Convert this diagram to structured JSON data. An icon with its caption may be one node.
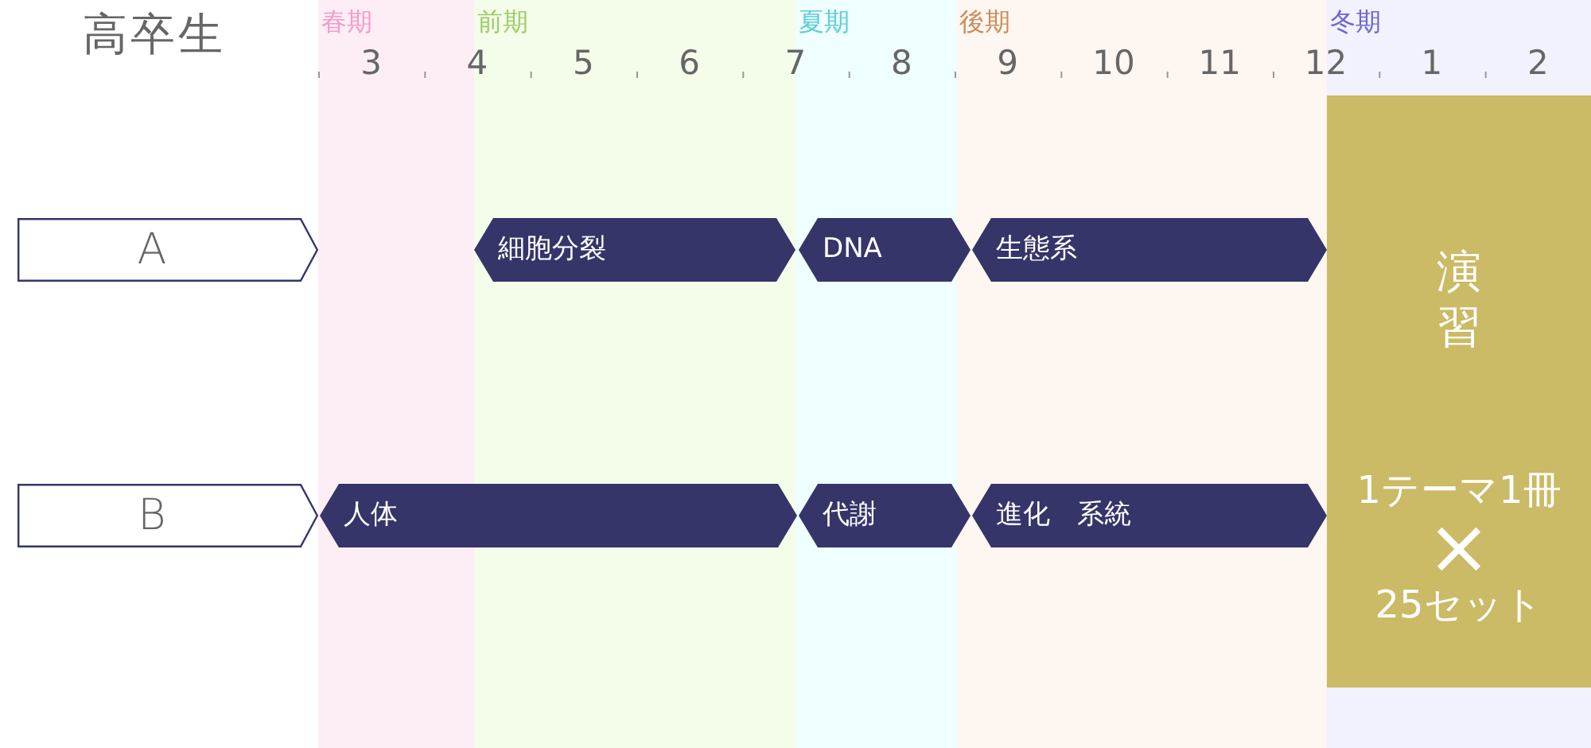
{
  "diagram": {
    "nodes": [
      {
        "text": [
          "春期"
        ]
      },
      {
        "text": [
          "前期"
        ]
      },
      {
        "text": [
          "夏期"
        ]
      },
      {
        "text": [
          "後期"
        ]
      },
      {
        "text": [
          "冬期"
        ]
      },
      {
        "text": [
          "A"
        ]
      },
      {
        "text": [
          "細胞分裂"
        ],
        "in": 1
      },
      {
        "text": [
          "DNA"
        ]
      },
      {
        "text": [
          "生態系"
        ],
        "in": 3
      },
      {
        "text": [
          "演習",
          "1テーマ1冊",
          "×",
          "25セット"
        ],
        "in": 4
      },
      {
        "text": [
          "B"
        ]
      },
      {
        "text": [
          "人体"
        ]
      },
      {
        "text": [
          "代謝"
        ]
      },
      {
        "text": [
          "進化　系統"
        ],
        "in": 3
      }
    ],
    "labels": [
      "高卒生",
      "3",
      "4",
      "5",
      "6",
      "7",
      "8",
      "9",
      "10",
      "11",
      "12",
      "1",
      "2"
    ]
  }
}
